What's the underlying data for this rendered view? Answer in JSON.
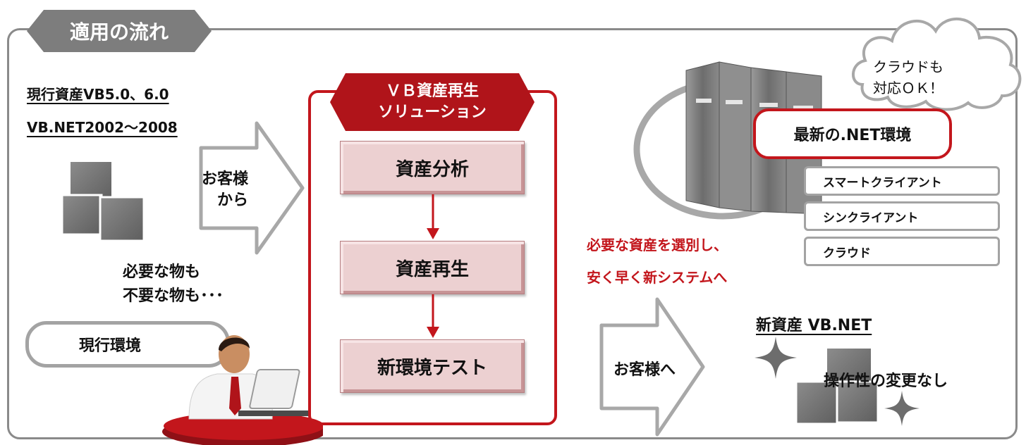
{
  "title": "適用の流れ",
  "left": {
    "asset_line1": "現行資産VB5.0、6.0",
    "asset_line2": "VB.NET2002～2008",
    "from_customer": [
      "お客様",
      "から"
    ],
    "mixed_items": [
      "必要な物も",
      "不要な物も･･･"
    ],
    "current_env": "現行環境"
  },
  "solution": {
    "title_lines": [
      "ＶＢ資産再生",
      "ソリューション"
    ],
    "steps": [
      "資産分析",
      "資産再生",
      "新環境テスト"
    ]
  },
  "right": {
    "cloud_text": [
      "クラウドも",
      "対応ＯＫ！"
    ],
    "latest_env": "最新の.NET環境",
    "options": [
      "スマートクライアント",
      "シンクライアント",
      "クラウド"
    ],
    "message": [
      "必要な資産を選別し、",
      "安く早く新システムへ"
    ],
    "to_customer": "お客様へ",
    "new_asset": "新資産 VB.NET",
    "no_change": "操作性の変更なし"
  },
  "colors": {
    "accent_red": "#c3161c",
    "frame_gray": "#8a8a8a",
    "arrow_gray": "#a8a8a8",
    "step_pink": "#ecd0d1"
  }
}
